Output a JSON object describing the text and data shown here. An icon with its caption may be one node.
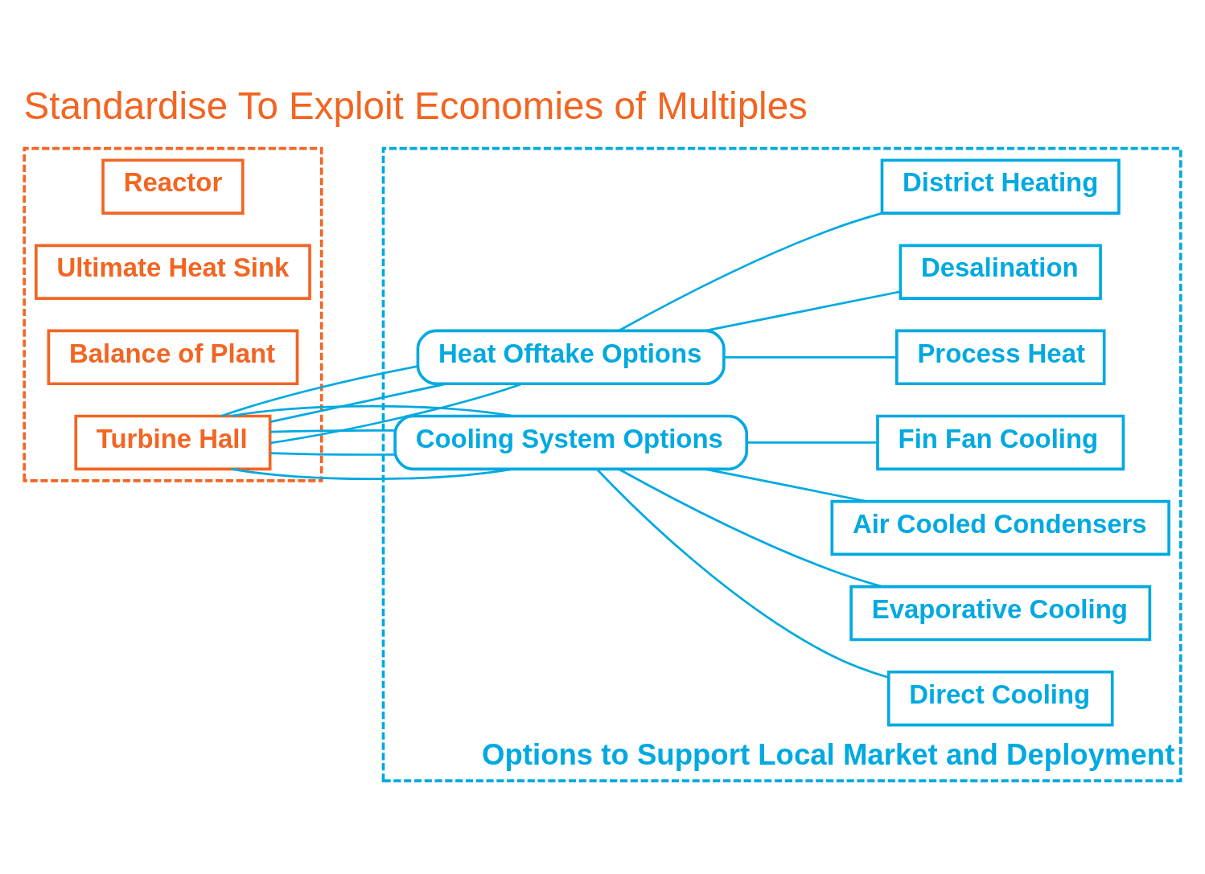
{
  "diagram": {
    "title": "Standardise To Exploit Economies of Multiples",
    "nodes": [
      {
        "text": [
          "Options to Support Local Market and Deployment"
        ]
      },
      {
        "text": [],
        "shape": "box"
      },
      {
        "text": [
          "Reactor"
        ],
        "in": 1
      },
      {
        "text": [
          "Ultimate Heat Sink"
        ],
        "in": 1
      },
      {
        "text": [
          "Balance of Plant"
        ],
        "in": 1
      },
      {
        "text": [
          "Turbine Hall"
        ],
        "in": 1
      },
      {
        "text": [
          "Heat Offtake Options"
        ],
        "in": 0
      },
      {
        "text": [
          "Process Heat"
        ],
        "in": 0
      },
      {
        "text": [
          "Desalination"
        ],
        "in": 0
      },
      {
        "text": [
          "District Heating"
        ],
        "in": 0
      },
      {
        "text": [
          "Cooling System Options"
        ],
        "in": 0
      },
      {
        "text": [
          "Direct Cooling"
        ],
        "in": 0
      },
      {
        "text": [
          "Evaporative Cooling"
        ],
        "in": 0
      },
      {
        "text": [
          "Air Cooled Condensers"
        ],
        "in": 0
      },
      {
        "text": [
          "Fin Fan Cooling"
        ],
        "in": 0
      }
    ],
    "edges": [
      {
        "from": 5,
        "to": 6,
        "arrow": "none"
      },
      {
        "from": 5,
        "to": 6,
        "arrow": "none"
      },
      {
        "from": 5,
        "to": 6,
        "arrow": "none"
      },
      {
        "from": 6,
        "to": 7,
        "arrow": "none"
      },
      {
        "from": 6,
        "to": 8,
        "arrow": "none"
      },
      {
        "from": 6,
        "to": 9,
        "arrow": "none"
      },
      {
        "from": 5,
        "to": 10,
        "arrow": "none"
      },
      {
        "from": 5,
        "to": 10,
        "arrow": "none"
      },
      {
        "from": 5,
        "to": 10,
        "arrow": "none"
      },
      {
        "from": 5,
        "to": 10,
        "arrow": "none"
      },
      {
        "from": 10,
        "to": 11,
        "arrow": "none"
      },
      {
        "from": 10,
        "to": 12,
        "arrow": "none"
      },
      {
        "from": 10,
        "to": 13,
        "arrow": "none"
      },
      {
        "from": 10,
        "to": 14,
        "arrow": "none"
      }
    ]
  }
}
